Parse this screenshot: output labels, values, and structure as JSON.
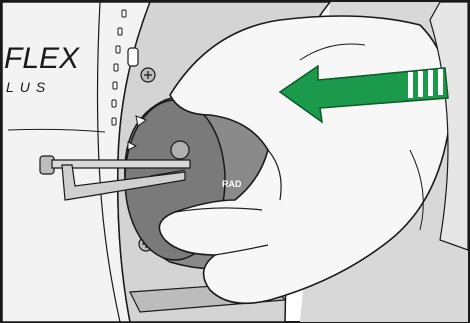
{
  "device": {
    "brand_line1": "FLEX",
    "brand_line2": "LUS",
    "dial_label": "RAD"
  },
  "arrow": {
    "direction": "left",
    "color": "#1a9a4a",
    "stripes": 4
  },
  "colors": {
    "outline": "#1a1a1a",
    "panel_gray": "#c9c9c9",
    "dial_gray": "#7f7f7f",
    "glove_white": "#f7f7f7"
  }
}
